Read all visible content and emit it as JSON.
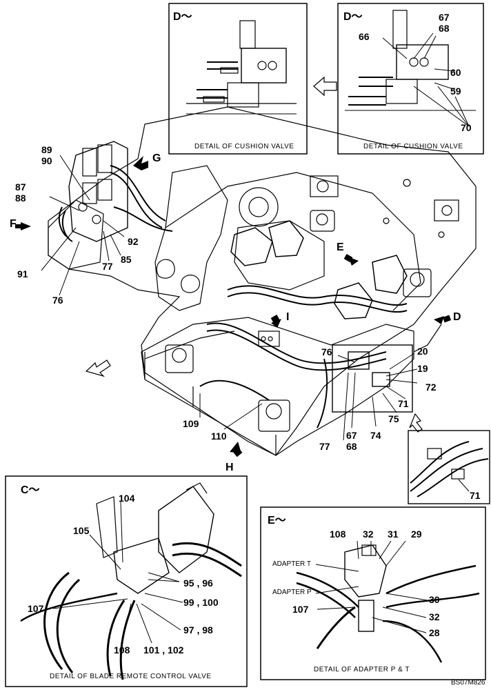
{
  "insets": {
    "cushion_left": {
      "title": "D～",
      "caption": "DETAIL OF CUSHION VALVE"
    },
    "cushion_right": {
      "title": "D～",
      "caption": "DETAIL OF CUSHION VALVE"
    },
    "blade": {
      "title": "C～",
      "caption": "DETAIL OF BLADE REMOTE CONTROL VALVE"
    },
    "adapter": {
      "title": "E～",
      "caption": "DETAIL OF ADAPTER P & T",
      "adapter_t": "ADAPTER T",
      "adapter_p": "ADAPTER P"
    }
  },
  "view_letters": {
    "g": "G",
    "f": "F",
    "e": "E",
    "i": "I",
    "d": "D",
    "h": "H"
  },
  "callouts": {
    "r66": "66",
    "r67": "67",
    "r68": "68",
    "r60": "60",
    "r59": "59",
    "r70": "70",
    "m89": "89",
    "m90": "90",
    "m87": "87",
    "m88": "88",
    "m92": "92",
    "m91": "91",
    "m77a": "77",
    "m85": "85",
    "m76a": "76",
    "m76b": "76",
    "m20": "20",
    "m19": "19",
    "m72": "72",
    "m71": "71",
    "m75": "75",
    "m74": "74",
    "m67": "67",
    "m68": "68",
    "m77b": "77",
    "m109": "109",
    "m110": "110",
    "s71": "71",
    "c104": "104",
    "c105": "105",
    "c95": "95 , 96",
    "c99": "99 , 100",
    "c107": "107",
    "c97": "97 , 98",
    "c108": "108",
    "c101": "101 , 102",
    "e108": "108",
    "e32a": "32",
    "e31": "31",
    "e29": "29",
    "e30": "30",
    "e107": "107",
    "e32b": "32",
    "e28": "28"
  },
  "drawing_code": "BS07M826"
}
